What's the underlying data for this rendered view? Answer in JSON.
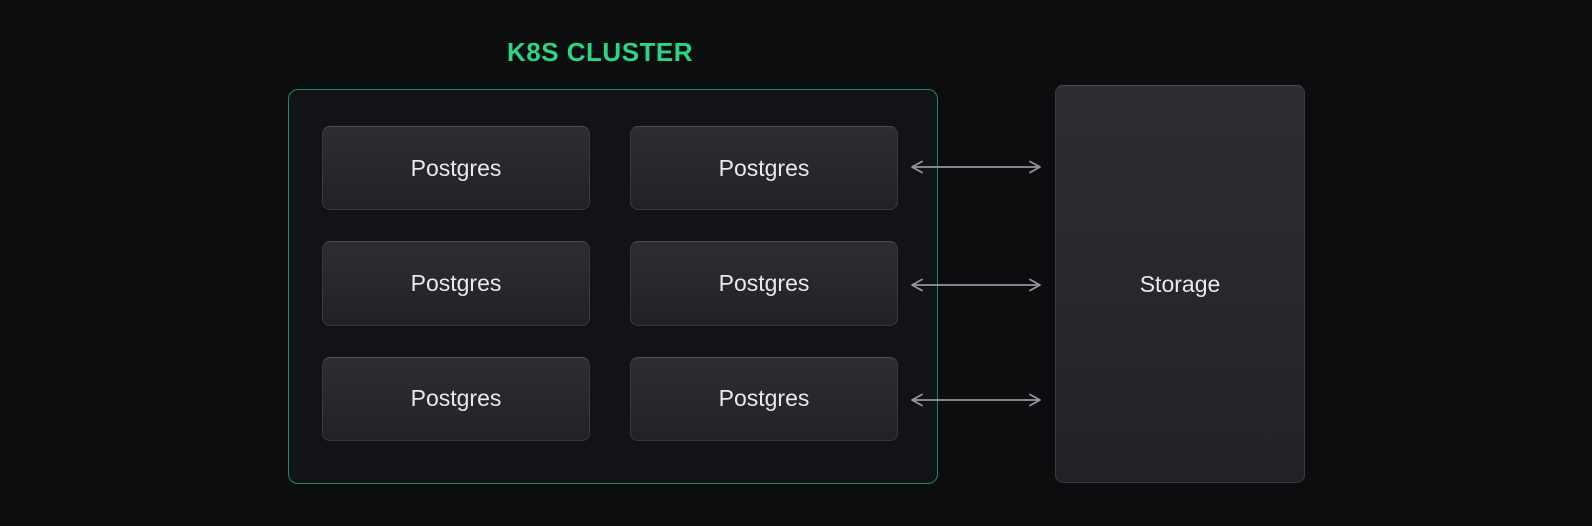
{
  "colors": {
    "page-bg": "#0c0d0e",
    "accent-green": "#2bd584",
    "cluster-border": "#27855f",
    "cluster-bg": "#121316",
    "node-bg-top": "#2c2e32",
    "node-bg-bottom": "#202226",
    "node-border": "#37393f",
    "node-border-top": "#4a4d53",
    "node-text": "#e7e9eb",
    "arrow": "#94969b"
  },
  "diagram": {
    "cluster": {
      "title": "K8S CLUSTER",
      "nodes": [
        {
          "label": "Postgres"
        },
        {
          "label": "Postgres"
        },
        {
          "label": "Postgres"
        },
        {
          "label": "Postgres"
        },
        {
          "label": "Postgres"
        },
        {
          "label": "Postgres"
        }
      ]
    },
    "storage": {
      "label": "Storage"
    },
    "arrows": [
      {
        "direction": "bidirectional"
      },
      {
        "direction": "bidirectional"
      },
      {
        "direction": "bidirectional"
      }
    ]
  }
}
